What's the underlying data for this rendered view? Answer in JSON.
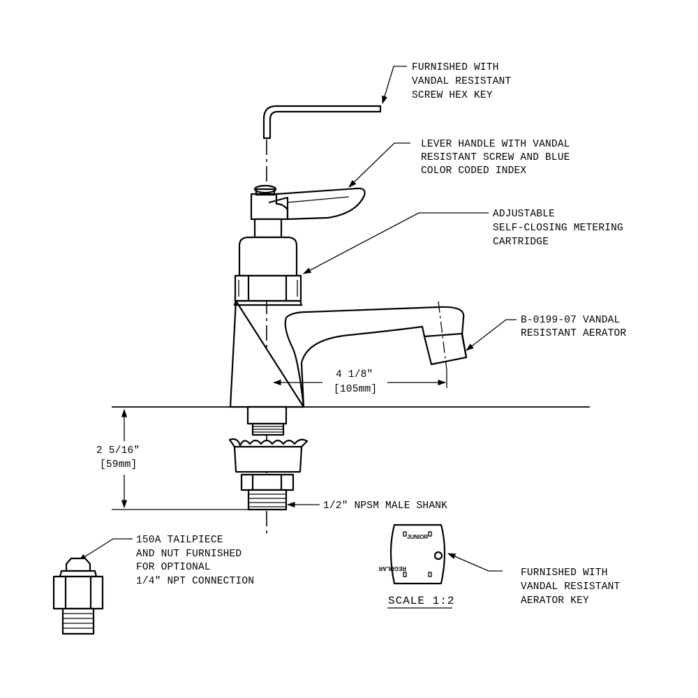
{
  "callouts": {
    "hex_key": [
      "FURNISHED WITH",
      "VANDAL RESISTANT",
      "SCREW HEX KEY"
    ],
    "lever_handle": [
      "LEVER HANDLE WITH VANDAL",
      "RESISTANT SCREW AND BLUE",
      "COLOR CODED INDEX"
    ],
    "cartridge": [
      "ADJUSTABLE",
      "SELF-CLOSING METERING",
      "CARTRIDGE"
    ],
    "aerator": [
      "B-0199-07 VANDAL",
      "RESISTANT AERATOR"
    ],
    "shank": "1/2\" NPSM MALE SHANK",
    "tailpiece": [
      "150A TAILPIECE",
      "AND NUT FURNISHED",
      "FOR OPTIONAL",
      "1/4\" NPT CONNECTION"
    ],
    "aerator_key": [
      "FURNISHED WITH",
      "VANDAL RESISTANT",
      "AERATOR KEY"
    ]
  },
  "dimensions": {
    "spout_reach": [
      "4 1/8\"",
      "[105mm]"
    ],
    "shank_height": [
      "2 5/16\"",
      "[59mm]"
    ]
  },
  "key_labels": {
    "top": "JUNIOR",
    "bottom": "REGULAR"
  },
  "scale_label": "SCALE 1:2"
}
